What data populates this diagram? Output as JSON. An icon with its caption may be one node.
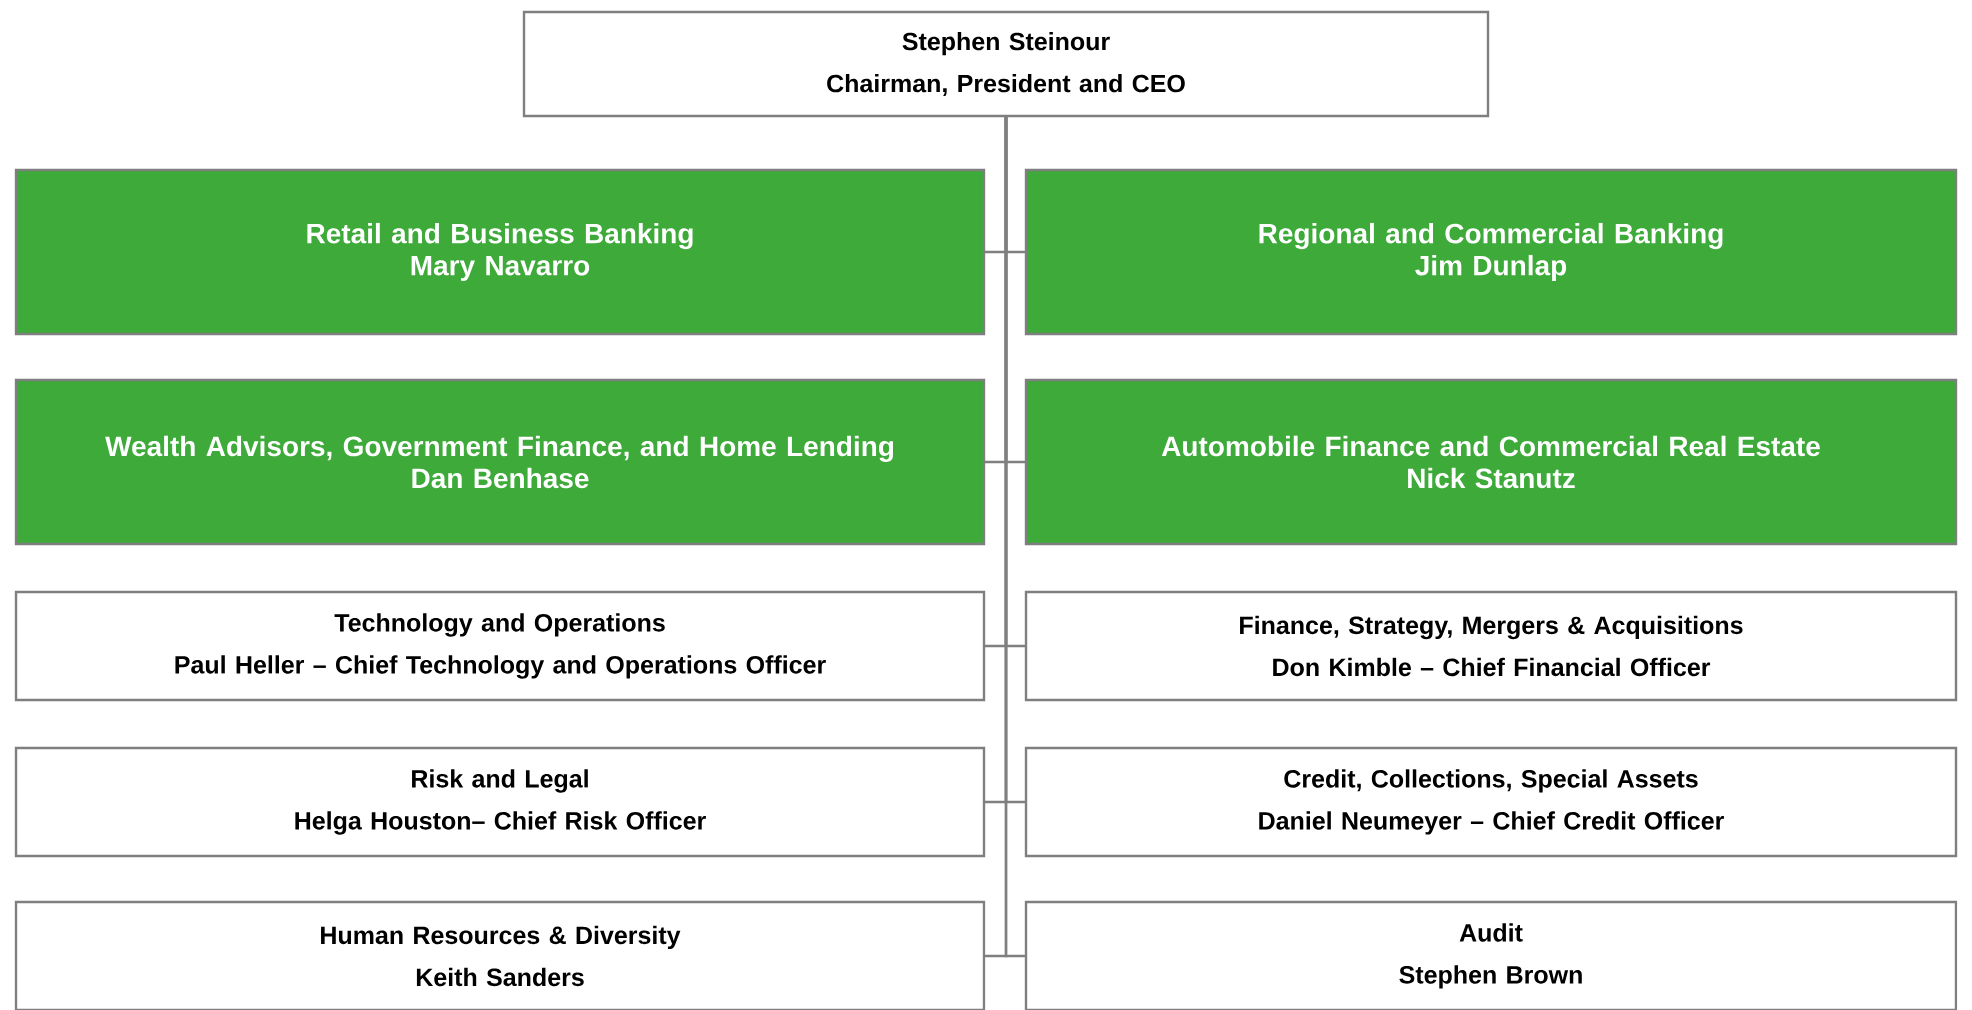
{
  "diagram": {
    "nodes": [
      {
        "text": [
          "Stephen Steinour",
          "Chairman, President and CEO"
        ]
      },
      {
        "text": [
          "Retail and Business Banking",
          "Mary Navarro"
        ]
      },
      {
        "text": [
          "Regional and Commercial Banking",
          "Jim Dunlap"
        ]
      },
      {
        "text": [
          "Wealth Advisors, Government Finance, and Home Lending",
          "Dan Benhase"
        ]
      },
      {
        "text": [
          "Automobile Finance and Commercial Real Estate",
          "Nick Stanutz"
        ]
      },
      {
        "text": [
          "Technology and Operations",
          "Paul Heller – Chief Technology and Operations Officer"
        ]
      },
      {
        "text": [
          "Finance, Strategy, Mergers & Acquisitions",
          "Don Kimble – Chief Financial Officer"
        ]
      },
      {
        "text": [
          "Risk and Legal",
          "Helga Houston– Chief Risk Officer"
        ]
      },
      {
        "text": [
          "Credit, Collections, Special Assets",
          "Daniel Neumeyer – Chief Credit Officer"
        ]
      },
      {
        "text": [
          "Human Resources & Diversity",
          "Keith Sanders"
        ]
      },
      {
        "text": [
          "Audit",
          "Stephen Brown"
        ]
      }
    ],
    "edges": [
      {
        "from": 0,
        "to": 1,
        "arrow": "none"
      },
      {
        "from": 0,
        "to": 2,
        "arrow": "none"
      },
      {
        "from": 0,
        "to": 3,
        "arrow": "none"
      },
      {
        "from": 0,
        "to": 4,
        "arrow": "none"
      },
      {
        "from": 0,
        "to": 5,
        "arrow": "none"
      },
      {
        "from": 0,
        "to": 6,
        "arrow": "none"
      },
      {
        "from": 0,
        "to": 7,
        "arrow": "none"
      },
      {
        "from": 0,
        "to": 8,
        "arrow": "none"
      },
      {
        "from": 0,
        "to": 9,
        "arrow": "none"
      },
      {
        "from": 0,
        "to": 10,
        "arrow": "none"
      }
    ]
  }
}
